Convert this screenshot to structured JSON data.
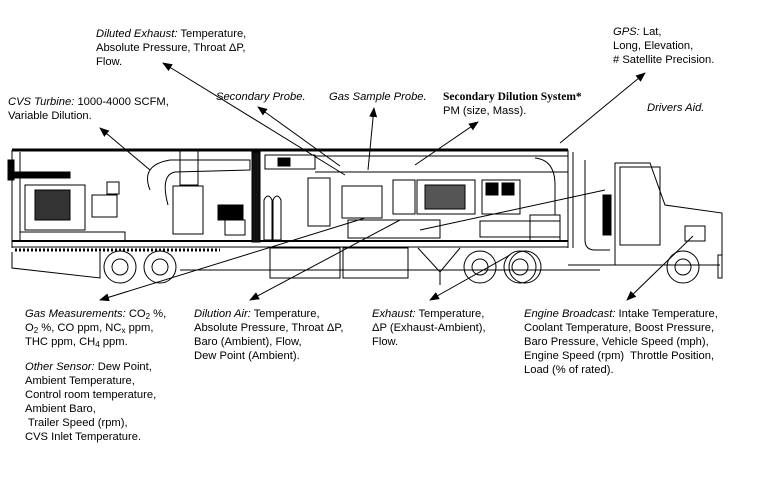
{
  "labels": {
    "diluted_exhaust": {
      "title": "Diluted Exhaust:",
      "lines": [
        "Temperature,",
        "Absolute Pressure, Throat ΔP,",
        "Flow."
      ]
    },
    "cvs_turbine": {
      "title": "CVS Turbine:",
      "lines": [
        "1000-4000 SCFM,",
        "Variable Dilution."
      ]
    },
    "secondary_probe": {
      "title": "Secondary Probe."
    },
    "gas_sample_probe": {
      "title": "Gas Sample Probe."
    },
    "secondary_dilution": {
      "title": "Secondary Dilution System*",
      "lines": [
        "PM (size, Mass)."
      ]
    },
    "gps": {
      "title": "GPS:",
      "lines": [
        "Lat,",
        "Long, Elevation,",
        "# Satellite Precision."
      ]
    },
    "drivers_aid": {
      "title": "Drivers Aid."
    },
    "gas_measurements": {
      "title": "Gas Measurements:",
      "line1_a": "CO",
      "line1_sub": "2",
      "line1_b": " %,",
      "line2_a": "O",
      "line2_sub": "2",
      "line2_b": " %, CO ppm, NC",
      "line2_sub2": "x",
      "line2_c": " ppm,",
      "line3_a": "THC ppm, CH",
      "line3_sub": "4",
      "line3_b": " ppm."
    },
    "other_sensor": {
      "title": "Other Sensor:",
      "lines": [
        "Dew Point,",
        "Ambient Temperature,",
        "Control room temperature,",
        "Ambient Baro,",
        " Trailer Speed (rpm),",
        "CVS Inlet Temperature."
      ]
    },
    "dilution_air": {
      "title": "Dilution Air:",
      "lines": [
        "Temperature,",
        "Absolute Pressure, Throat ΔP,",
        "Baro (Ambient), Flow,",
        "Dew Point (Ambient)."
      ]
    },
    "exhaust": {
      "title": "Exhaust:",
      "lines": [
        "Temperature,",
        "ΔP (Exhaust-Ambient),",
        "Flow."
      ]
    },
    "engine_broadcast": {
      "title": "Engine Broadcast:",
      "lines": [
        "Intake Temperature,",
        "Coolant Temperature, Boost Pressure,",
        "Baro Pressure, Vehicle Speed (mph),",
        "Engine Speed (rpm)  Throttle Position,",
        "Load (% of rated)."
      ]
    }
  },
  "colors": {
    "ink": "#000000",
    "background": "#ffffff"
  }
}
